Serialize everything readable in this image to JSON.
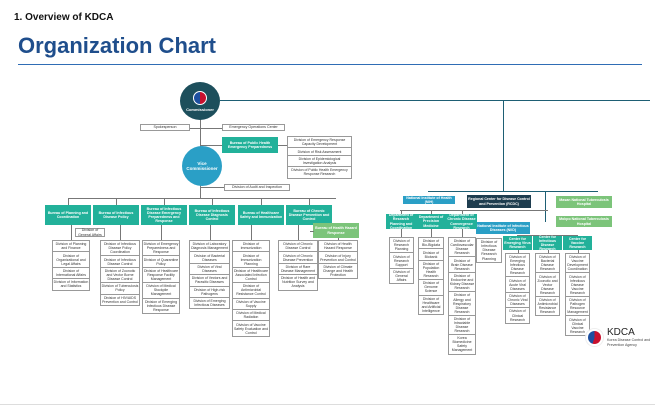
{
  "header": {
    "section": "1. Overview of KDCA",
    "title": "Organization Chart"
  },
  "top": {
    "commissioner": "Commissioner",
    "vice": "Vice Commissioner",
    "spokesperson": "Spokesperson",
    "eoc": "Emergency Operations Center",
    "phep": "Bureau of Public Health Emergency Preparedness",
    "phep_divisions": [
      "Division of Emergency Response Capacity Development",
      "Division of Risk Assessment",
      "Division of Epidemiological Investigation Analysis",
      "Division of Public Health Emergency Response Research"
    ],
    "audit": "Division of Audit and Inspection",
    "general_affairs": "Division of General Affairs"
  },
  "bureaus": [
    {
      "name": "Bureau of Planning and Coordination",
      "divisions": [
        "Division of Planning and Finance",
        "Division of Organizational and Legal Affairs",
        "Division of International Affairs",
        "Division of Information and Statistics"
      ]
    },
    {
      "name": "Bureau of Infectious Disease Policy",
      "divisions": [
        "Division of Infectious Disease Policy Coordination",
        "Division of Infectious Disease Control",
        "Division of Zoonotic and Vector Borne Disease Control",
        "Division of Tuberculosis Policy",
        "Division of HIV/AIDS Prevention and Control"
      ]
    },
    {
      "name": "Bureau of Infectious Disease Emergency Preparedness and Response",
      "divisions": [
        "Division of Emergency Preparedness and Response",
        "Division of Quarantine Policy",
        "Division of Healthcare Response Facility Management",
        "Division of Medical Stockpile Management",
        "Division of Emerging Infectious Disease Response"
      ]
    },
    {
      "name": "Bureau of Infectious Disease Diagnosis Control",
      "divisions": [
        "Division of Laboratory Diagnosis Management",
        "Division of Bacterial Diseases",
        "Division of Viral Diseases",
        "Division of Vectors and Parasitic Diseases",
        "Division of High-risk Pathogens",
        "Division of Emerging Infectious Diseases"
      ]
    },
    {
      "name": "Bureau of Healthcare Safety and Immunization",
      "divisions": [
        "Division of Immunization",
        "Division of Immunization Planning",
        "Division of Healthcare Associated Infection Control",
        "Division of Antimicrobial Resistance Control",
        "Division of Vaccine Supply",
        "Division of Medical Radiation",
        "Division of Vaccine Safety Evaluation and Control"
      ]
    },
    {
      "name": "Bureau of Chronic Disease Prevention and Control",
      "divisions": [
        "Division of Chronic Disease Control",
        "Division of Chronic Disease Prevention",
        "Division of Rare Disease Management",
        "Division of Health and Nutrition Survey and Analysis"
      ]
    },
    {
      "name": "Bureau of Health Hazard Response",
      "divisions": [
        "Division of Health Hazard Response",
        "Division of Injury Prevention and Control",
        "Division of Climate Change and Health Protection"
      ]
    }
  ],
  "nih": {
    "name": "National Institute of Health (NIH)",
    "departments": [
      {
        "name": "Department of Research Planning and Coordination",
        "divisions": [
          "Division of Research Planning",
          "Division of Research Support",
          "Division of General Affairs"
        ]
      },
      {
        "name": "Department of Precision Medicine",
        "divisions": [
          "Division of Bio-Bigdata",
          "Division of Biobank",
          "Division of Population Health Research",
          "Division of Genome Science",
          "Division of Healthcare and Artificial Intelligence"
        ]
      },
      {
        "name": "Department of Chronic Disease Convergence Research",
        "divisions": [
          "Division of Cardiovascular Disease Research",
          "Division of Brain Disease Research",
          "Division of Endocrine and Kidney Disease Research",
          "Division of Allergy and Respiratory Disease Research",
          "Division of Intractable Disease Research",
          "Korea Biomedicine Safety Management"
        ]
      }
    ],
    "niid": {
      "name": "National Institute of Infectious Diseases (NIID)",
      "direct_division": "Division of Infectious Disease Research Planning",
      "centers": [
        {
          "name": "Center for Emerging Virus Research",
          "divisions": [
            "Division of Emerging Infectious Disease Research",
            "Division of Acute Viral Diseases",
            "Division of Chronic Viral Diseases",
            "Division of Clinical Research"
          ]
        },
        {
          "name": "Center for Infectious Disease Research",
          "divisions": [
            "Division of Bacterial Disease Research",
            "Division of Zoonotic and Vector Disease Research",
            "Division of Antimicrobial Resistance Research"
          ]
        },
        {
          "name": "Center for Vaccine Research",
          "divisions": [
            "Division of Vaccine Development Coordination",
            "Division of Infectious Disease Vaccine Research",
            "Division of Pathogen Resource Management",
            "Division of Clinical Vaccine Research"
          ]
        }
      ]
    }
  },
  "regional_center": "Regional Center for Disease Control and Prevention (RCDC)",
  "hospitals": [
    "Masan National Tuberculosis Hospital",
    "Mokpo National Tuberculosis Hospital"
  ],
  "logo": {
    "name": "KDCA",
    "subtitle": "Korea Disease Control and Prevention Agency"
  },
  "colors": {
    "teal": "#22b19a",
    "blue": "#2a9fc6",
    "dark": "#1e3d4f",
    "green": "#7cc47a",
    "title": "#1f4e8c"
  }
}
